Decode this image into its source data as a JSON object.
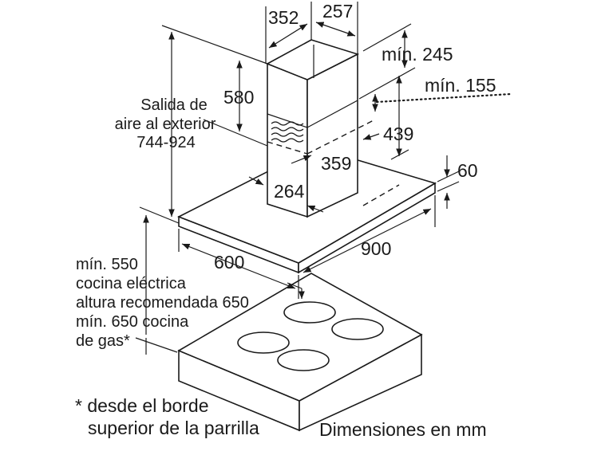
{
  "dimensions": {
    "chimney_width": "352",
    "chimney_depth": "257",
    "min_top": "mín. 245",
    "min_gap": "mín. 155",
    "chimney_upper_height": "580",
    "chimney_lower_height": "439",
    "lower_width": "359",
    "lower_depth": "264",
    "canopy_thickness": "60",
    "canopy_width": "900",
    "canopy_depth": "600"
  },
  "labels": {
    "air_outlet": [
      "Salida de",
      "aire al exterior",
      "744-924"
    ],
    "height_note": [
      "mín. 550",
      "cocina eléctrica",
      "altura recomendada 650",
      "mín. 650 cocina",
      "de gas*"
    ],
    "footnote": [
      "* desde el borde",
      "superior de la parrilla"
    ],
    "units": "Dimensiones en mm"
  }
}
